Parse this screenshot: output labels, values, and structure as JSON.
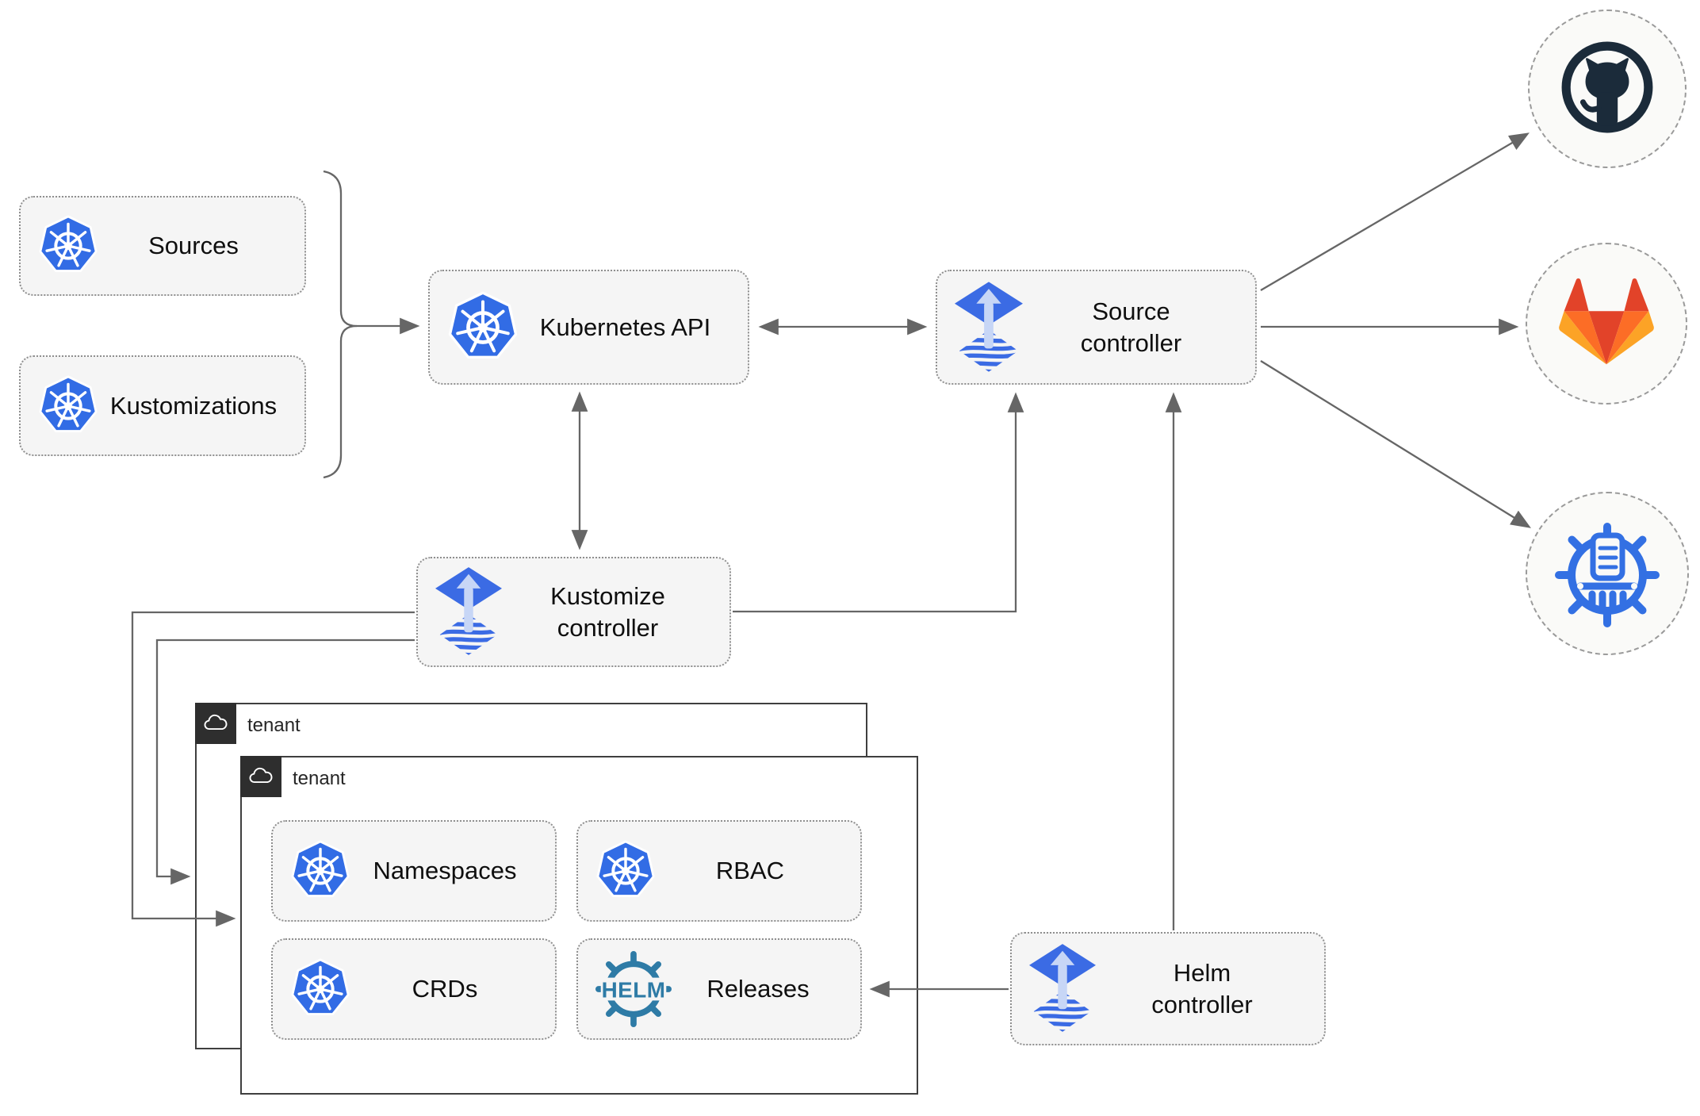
{
  "nodes": {
    "sources": {
      "label": "Sources"
    },
    "kustomizations": {
      "label": "Kustomizations"
    },
    "kubernetes_api": {
      "label": "Kubernetes API"
    },
    "source_controller": {
      "label": "Source controller"
    },
    "kustomize_controller": {
      "label": "Kustomize controller"
    },
    "helm_controller": {
      "label": "Helm controller"
    },
    "namespaces": {
      "label": "Namespaces"
    },
    "rbac": {
      "label": "RBAC"
    },
    "crds": {
      "label": "CRDs"
    },
    "releases": {
      "label": "Releases",
      "logo_text": "HELM"
    }
  },
  "groups": {
    "tenant_back": {
      "label": "tenant"
    },
    "tenant_front": {
      "label": "tenant"
    }
  },
  "endpoints": {
    "github": {
      "icon": "github-icon"
    },
    "gitlab": {
      "icon": "gitlab-icon"
    },
    "chart_repository": {
      "icon": "chartmuseum-icon"
    }
  },
  "icons": [
    "kubernetes-icon",
    "flux-icon",
    "helm-icon",
    "cloud-icon",
    "github-icon",
    "gitlab-icon",
    "chartmuseum-icon"
  ],
  "colors": {
    "kubernetes_blue": "#326CE5",
    "flux_blue": "#3B6BE4",
    "flux_arrow_light": "#C7D6F6",
    "helm_teal": "#2E7BA6",
    "github_dark": "#1B2B3A",
    "chartmuseum_blue": "#3370E3",
    "gitlab_red": "#E24329",
    "gitlab_orange": "#FC6D26",
    "gitlab_amber": "#FCA326",
    "line_gray": "#666666",
    "node_fill": "#F5F5F5",
    "tenant_chip": "#2E2E2E"
  }
}
